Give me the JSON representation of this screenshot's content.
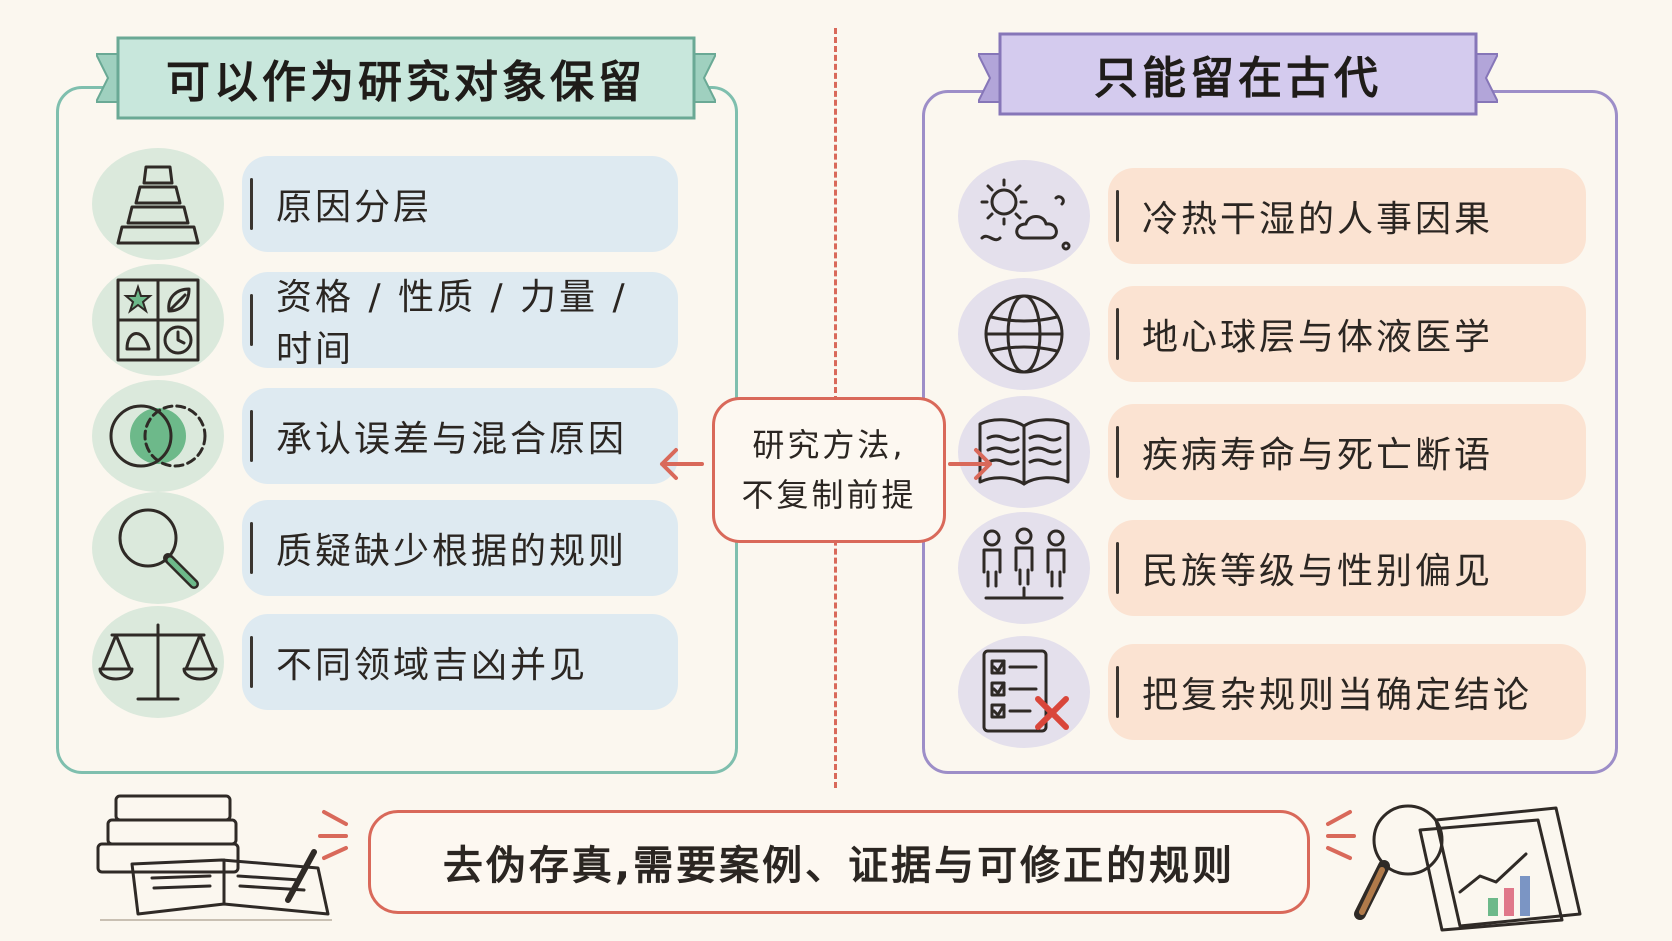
{
  "left": {
    "title": "可以作为研究对象保留",
    "items": [
      {
        "label": "原因分层",
        "icon": "pyramid-icon"
      },
      {
        "label": "资格 / 性质 / 力量 / 时间",
        "icon": "quadrant-grid-icon"
      },
      {
        "label": "承认误差与混合原因",
        "icon": "venn-diagram-icon"
      },
      {
        "label": "质疑缺少根据的规则",
        "icon": "magnifier-icon"
      },
      {
        "label": "不同领域吉凶并见",
        "icon": "balance-scale-icon"
      }
    ]
  },
  "right": {
    "title": "只能留在古代",
    "items": [
      {
        "label": "冷热干湿的人事因果",
        "icon": "weather-icon"
      },
      {
        "label": "地心球层与体液医学",
        "icon": "globe-icon"
      },
      {
        "label": "疾病寿命与死亡断语",
        "icon": "open-book-icon"
      },
      {
        "label": "民族等级与性别偏见",
        "icon": "people-hierarchy-icon"
      },
      {
        "label": "把复杂规则当确定结论",
        "icon": "checklist-cross-icon"
      }
    ]
  },
  "center": {
    "line1": "研究方法,",
    "line2": "不复制前提"
  },
  "bottom": {
    "text": "去伪存真,需要案例、证据与可修正的规则"
  },
  "colors": {
    "left_accent": "#7fbfae",
    "right_accent": "#9d8ec8",
    "center_accent": "#d9695a",
    "left_pill": "#deeaf1",
    "right_pill": "#fbe3d2"
  }
}
